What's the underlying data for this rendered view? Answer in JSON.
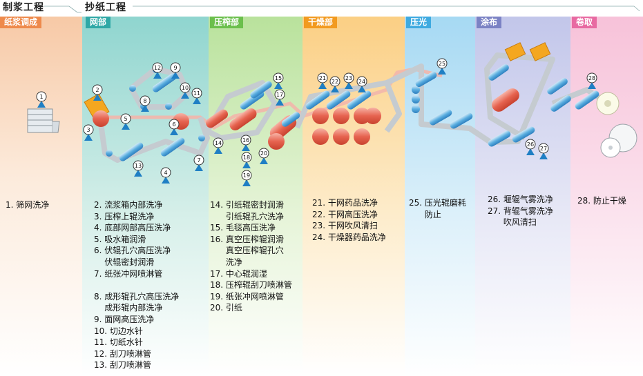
{
  "process_titles": {
    "pulp": "制浆工程",
    "paper": "抄纸工程"
  },
  "sections": [
    {
      "key": "pulp",
      "label": "纸浆调成",
      "color": "#ee8a4c"
    },
    {
      "key": "wire",
      "label": "网部",
      "color": "#2fa8a6"
    },
    {
      "key": "press",
      "label": "压榨部",
      "color": "#6bbf4c"
    },
    {
      "key": "dryer",
      "label": "干燥部",
      "color": "#f29a1f"
    },
    {
      "key": "calender",
      "label": "压光",
      "color": "#3eaae0"
    },
    {
      "key": "coater",
      "label": "涂布",
      "color": "#7b82c4"
    },
    {
      "key": "reel",
      "label": "卷取",
      "color": "#e86aa2"
    }
  ],
  "descriptions": {
    "pulp": "1. 筛网洗净",
    "wire": "2. 流浆箱内部洗净\n3. 压榨上辊洗净\n4. 底部网部高压洗净\n5. 吸水箱润滑\n6. 伏辊孔穴高压洗净\n    伏辊密封润滑\n7. 纸张冲网喷淋管\n\n8. 成形辊孔穴高压洗净\n    成形辊内部洗净\n9. 面网高压洗净\n10. 切边水针\n11. 切纸水针\n12. 刮刀喷淋管\n13. 刮刀喷淋管",
    "press": "14. 引纸辊密封润滑\n      引纸辊孔穴洗净\n15. 毛毯高压洗净\n16. 真空压榨辊润滑\n      真空压榨辊孔穴\n      洗净\n17. 中心辊润湿\n18. 压榨辊刮刀喷淋管\n19. 纸张冲网喷淋管\n20. 引纸",
    "dryer": "21. 干网药品洗净\n22. 干网高压洗净\n23. 干网吹风清扫\n24. 干燥器药品洗净",
    "calender": "25. 压光辊磨耗\n      防止",
    "coater": "26. 堰辊气雾洗净\n27. 背辊气雾洗净\n      吹风清扫",
    "reel": "28. 防止干燥"
  },
  "markers": [
    "1",
    "2",
    "3",
    "4",
    "5",
    "6",
    "7",
    "8",
    "9",
    "10",
    "11",
    "12",
    "13",
    "14",
    "15",
    "16",
    "17",
    "18",
    "19",
    "20",
    "21",
    "22",
    "23",
    "24",
    "25",
    "26",
    "27",
    "28"
  ]
}
